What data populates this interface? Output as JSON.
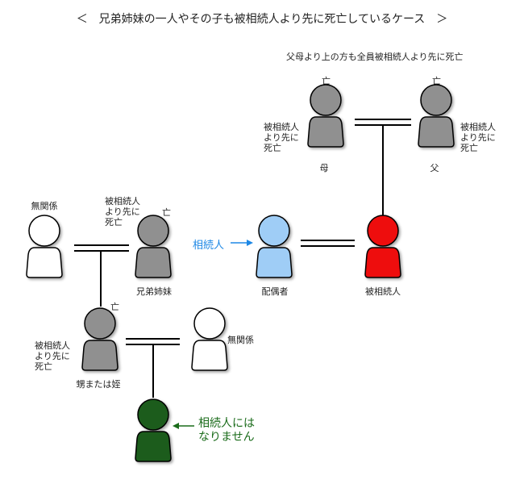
{
  "title": "＜　兄弟姉妹の一人やその子も被相続人より先に死亡しているケース　＞",
  "parents_note": "父母より上の方も全員被相続人より先に死亡",
  "deceased_mark": "亡",
  "predeceased_note_lines": [
    "被相続人",
    "より先に",
    "死亡"
  ],
  "people": {
    "mother": {
      "caption": "母",
      "status": "deceased",
      "color": "#909090"
    },
    "father": {
      "caption": "父",
      "status": "deceased",
      "color": "#909090"
    },
    "unrelated_1": {
      "caption": "無関係",
      "status": "unrelated",
      "color": "#ffffff"
    },
    "sibling": {
      "caption": "兄弟姉妹",
      "status": "deceased",
      "color": "#909090"
    },
    "spouse": {
      "caption": "配偶者",
      "status": "heir",
      "color": "#9fcdf6"
    },
    "decedent": {
      "caption": "被相続人",
      "status": "decedent",
      "color": "#ee1111"
    },
    "nephew": {
      "caption": "甥または姪",
      "status": "deceased",
      "color": "#909090"
    },
    "unrelated_2": {
      "caption": "無関係",
      "status": "unrelated",
      "color": "#ffffff"
    },
    "grandnephew": {
      "caption": "",
      "status": "non-heir",
      "color": "#1a5c1a"
    }
  },
  "annotations": {
    "heir_label": "相続人",
    "heir_color": "#1e88e5",
    "non_heir_label_lines": [
      "相続人には",
      "なりません"
    ],
    "non_heir_color": "#1a6b1a"
  }
}
